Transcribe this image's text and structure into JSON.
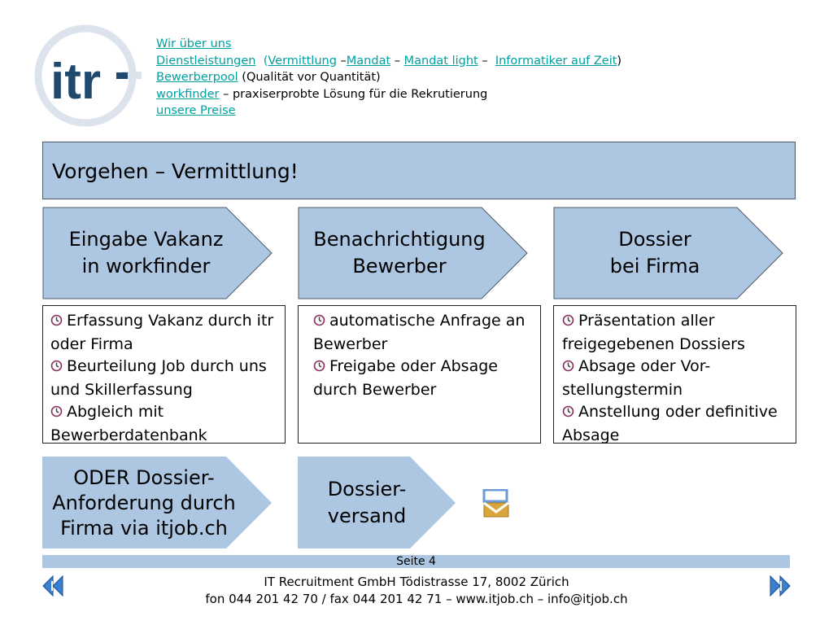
{
  "logo": {
    "text": "itr"
  },
  "nav": {
    "line1": {
      "link": "Wir über uns"
    },
    "line2": {
      "dienst": "Dienstleistungen",
      "open_paren": "(",
      "vermittlung": "Vermittlung",
      "dash1": "–",
      "mandat": "Mandat",
      "dash2": "–",
      "mandat_light": "Mandat light",
      "dash3": "–",
      "informatiker": "Informatiker auf Zeit",
      "close_paren": ")"
    },
    "line3": {
      "link": "Bewerberpool",
      "text": "(Qualität vor Quantität)"
    },
    "line4": {
      "link": "workfinder",
      "text": "–  praxiserprobte Lösung für die Rekrutierung"
    },
    "line5": {
      "link": "unsere Preise"
    }
  },
  "title": "Vorgehen – Vermittlung!",
  "steps": [
    {
      "line1": "Eingabe Vakanz",
      "line2": "in workfinder"
    },
    {
      "line1": "Benachrichtigung",
      "line2": "Bewerber"
    },
    {
      "line1": "Dossier",
      "line2": "bei Firma"
    }
  ],
  "details": [
    {
      "items": [
        "Erfassung Vakanz durch itr oder Firma",
        "Beurteilung Job durch uns und Skillerfassung",
        "Abgleich mit Bewerberdatenbank"
      ]
    },
    {
      "items": [
        "automatische Anfrage an Bewerber",
        "Freigabe oder Absage durch Bewerber"
      ]
    },
    {
      "items": [
        "Präsentation aller freigegebenen Dossiers",
        "Absage oder Vor-stellungstermin",
        "Anstellung oder definitive Absage"
      ]
    }
  ],
  "bottom_steps": [
    {
      "line1": "ODER Dossier-",
      "line2": "Anforderung durch",
      "line3": "Firma via itjob.ch"
    },
    {
      "line1": "Dossier-",
      "line2": "versand"
    }
  ],
  "page_label": "Seite 4",
  "footer": {
    "line1": "IT Recruitment GmbH Tödistrasse 17, 8002 Zürich",
    "line2": "fon 044 201 42 70 / fax 044 201 42 71 – www.itjob.ch – info@itjob.ch"
  },
  "colors": {
    "box_fill": "#adc6e2",
    "link": "#00a0a0",
    "logo_navy": "#1f4a6e",
    "logo_ring": "#dde3ec"
  },
  "icons": {
    "bullet": "clock-icon",
    "prev": "previous-slide-icon",
    "next": "next-slide-icon",
    "mail": "envelope-icon"
  }
}
